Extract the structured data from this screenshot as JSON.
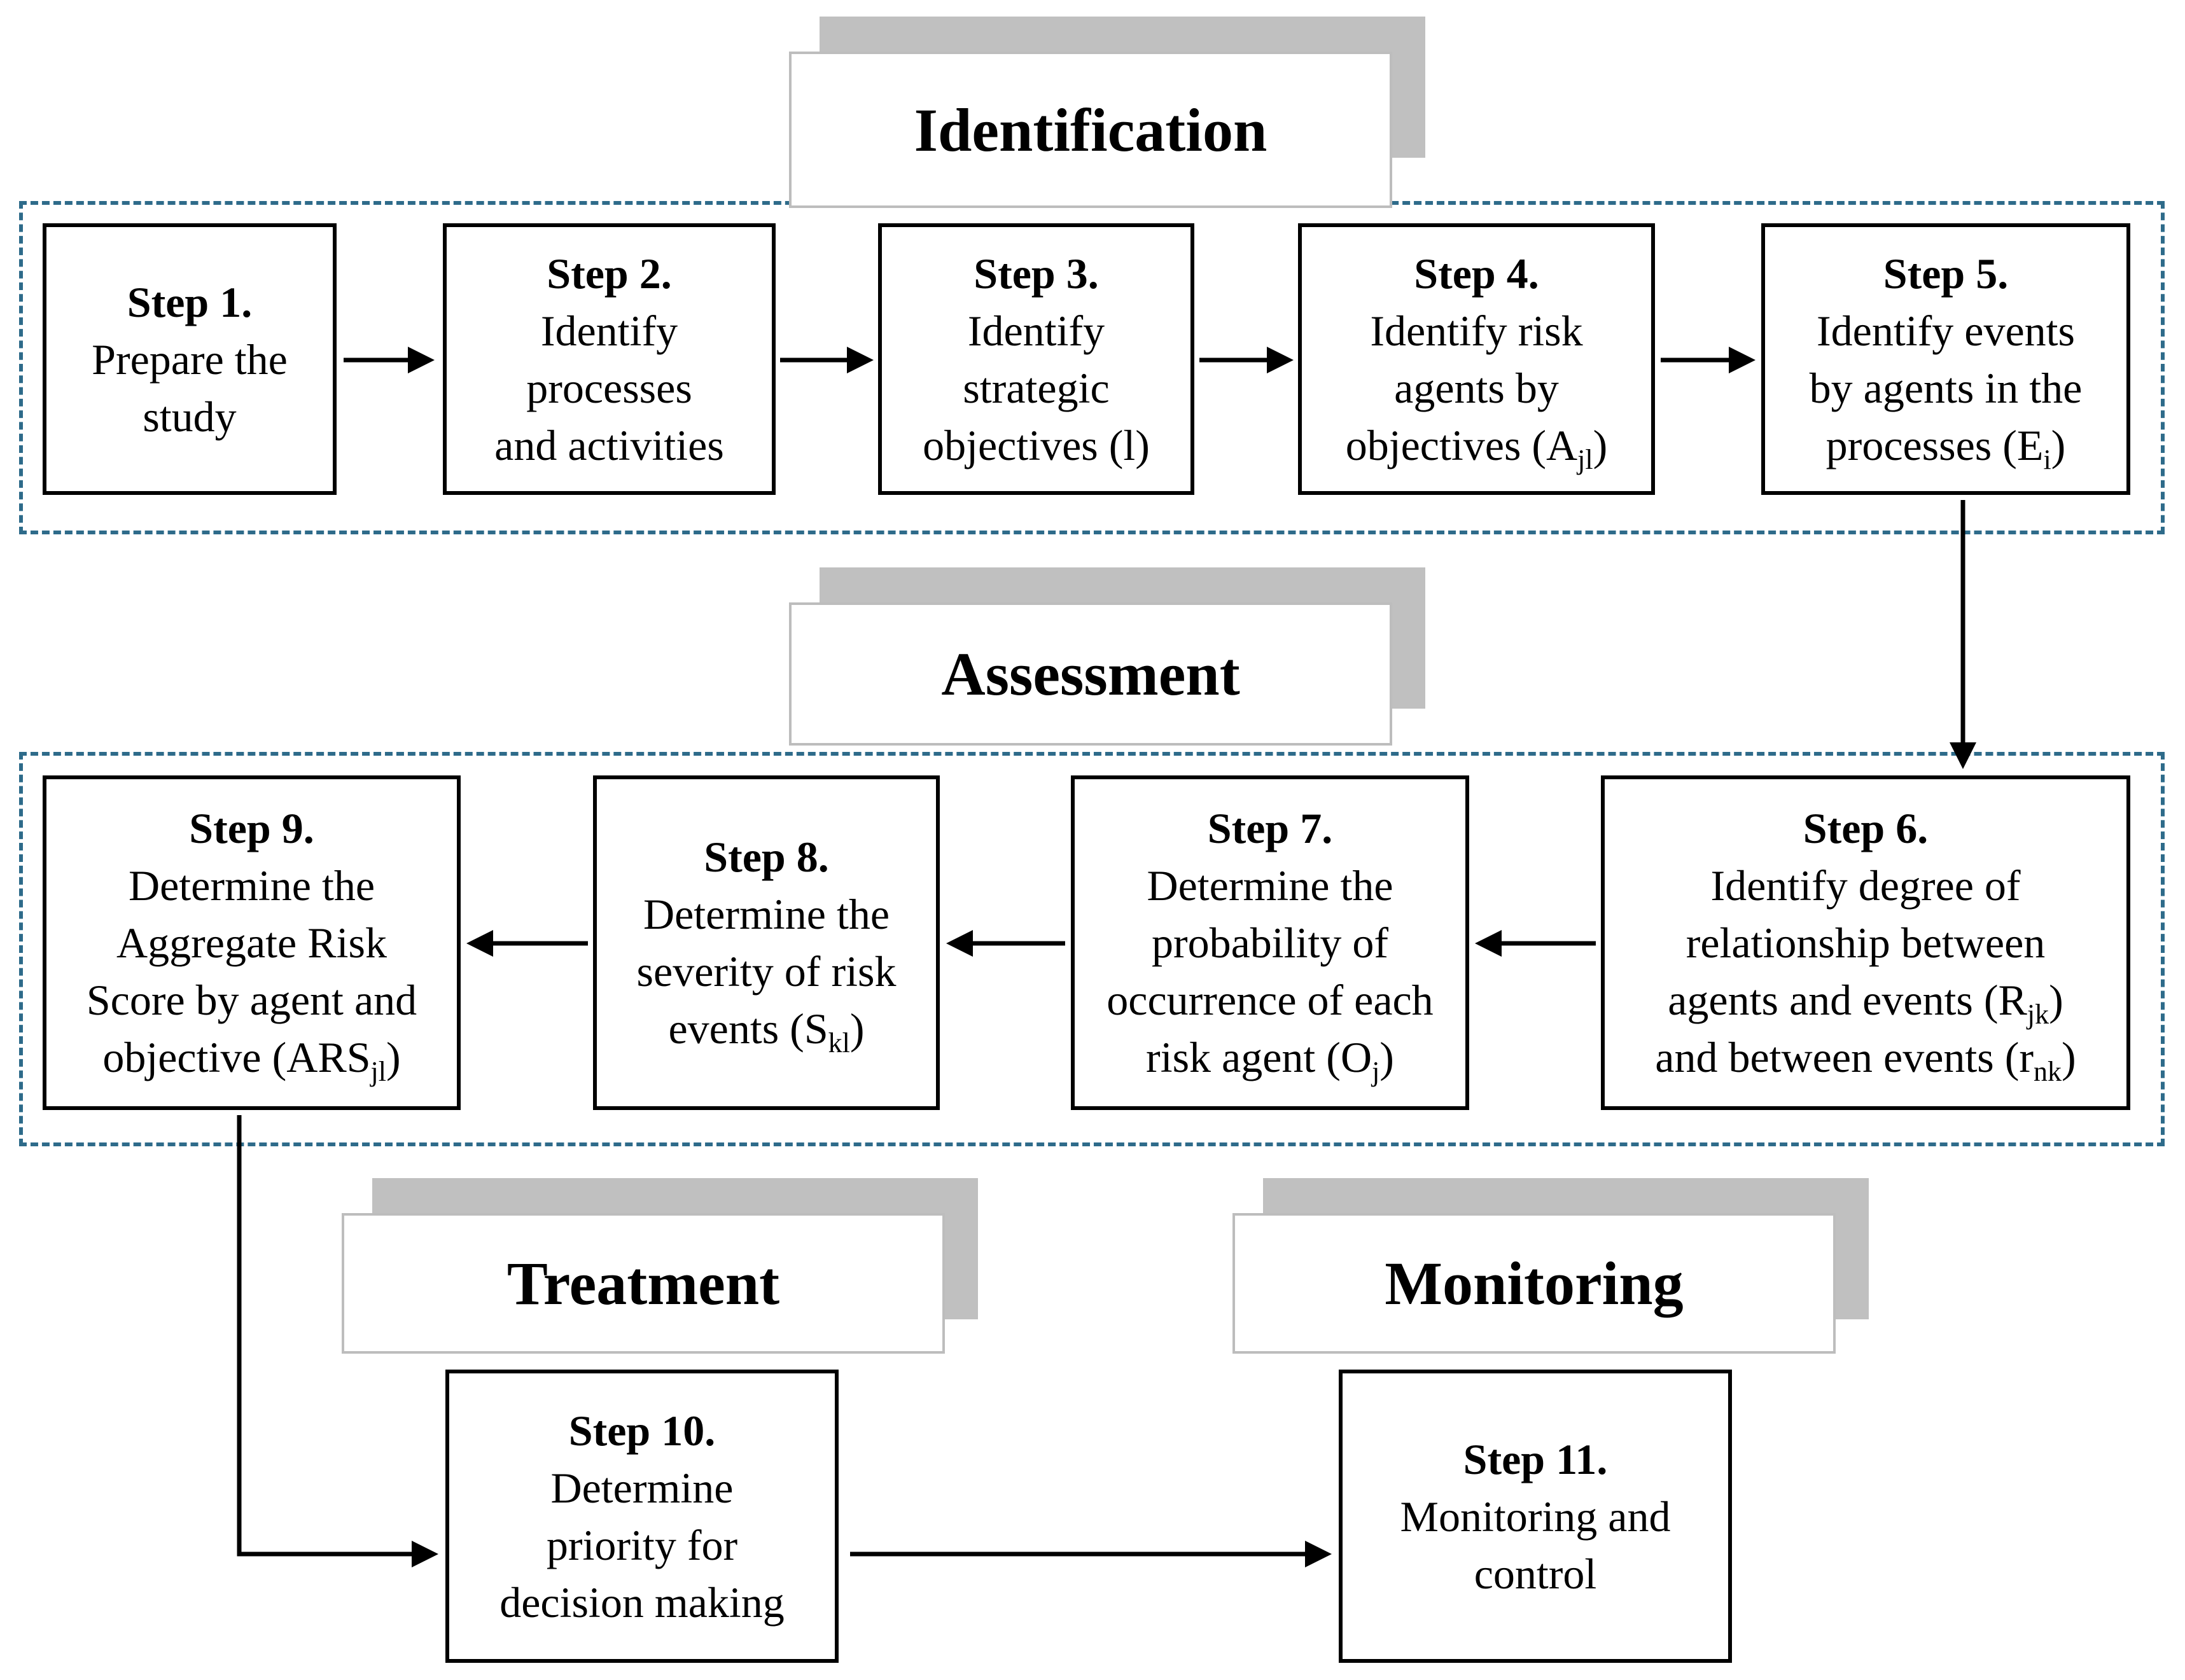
{
  "phases": {
    "identification": "Identification",
    "assessment": "Assessment",
    "treatment": "Treatment",
    "monitoring": "Monitoring"
  },
  "steps": {
    "s1": {
      "title": "Step 1.",
      "lines": [
        "Prepare the",
        "study"
      ]
    },
    "s2": {
      "title": "Step 2.",
      "lines": [
        "Identify",
        "processes",
        "and activities"
      ]
    },
    "s3": {
      "title": "Step 3.",
      "lines": [
        "Identify",
        "strategic",
        "objectives (l)"
      ]
    },
    "s4": {
      "title": "Step 4.",
      "lines": [
        "Identify risk",
        "agents by",
        "objectives (A",
        "jl",
        ")"
      ]
    },
    "s5": {
      "title": "Step 5.",
      "lines": [
        "Identify events",
        "by agents in the",
        "processes (E",
        "i",
        ")"
      ]
    },
    "s6": {
      "title": "Step 6.",
      "lines": [
        "Identify degree of",
        "relationship between",
        "agents and events (R",
        "jk",
        ")",
        "and between events (r",
        "nk",
        ")"
      ]
    },
    "s7": {
      "title": "Step 7.",
      "lines": [
        "Determine the",
        "probability of",
        "occurrence of each",
        "risk agent (O",
        "j",
        ")"
      ]
    },
    "s8": {
      "title": "Step 8.",
      "lines": [
        "Determine the",
        "severity of risk",
        "events (S",
        "kl",
        ")"
      ]
    },
    "s9": {
      "title": "Step 9.",
      "lines": [
        "Determine the",
        "Aggregate Risk",
        "Score by agent and",
        "objective (ARS",
        "jl",
        ")"
      ]
    },
    "s10": {
      "title": "Step 10.",
      "lines": [
        "Determine",
        "priority for",
        "decision making"
      ]
    },
    "s11": {
      "title": "Step 11.",
      "lines": [
        "Monitoring and",
        "control"
      ]
    }
  },
  "colors": {
    "dashed_border": "#2e6b8a",
    "header_shadow": "#c0c0c0",
    "box_border": "#000000"
  }
}
